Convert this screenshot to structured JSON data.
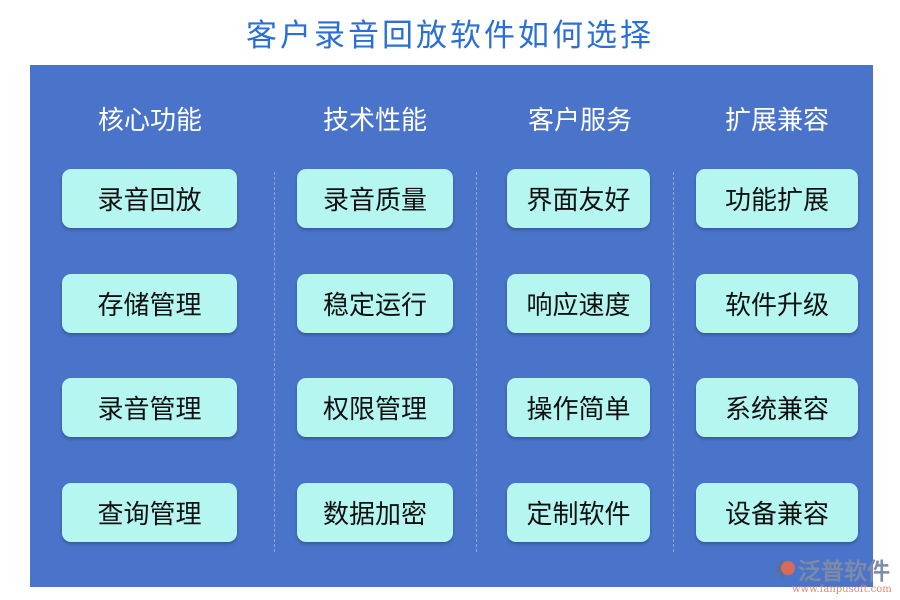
{
  "title": "客户录音回放软件如何选择",
  "columns": [
    {
      "heading": "核心功能",
      "items": [
        "录音回放",
        "存储管理",
        "录音管理",
        "查询管理"
      ]
    },
    {
      "heading": "技术性能",
      "items": [
        "录音质量",
        "稳定运行",
        "权限管理",
        "数据加密"
      ]
    },
    {
      "heading": "客户服务",
      "items": [
        "界面友好",
        "响应速度",
        "操作简单",
        "定制软件"
      ]
    },
    {
      "heading": "扩展兼容",
      "items": [
        "功能扩展",
        "软件升级",
        "系统兼容",
        "设备兼容"
      ]
    }
  ],
  "logo": {
    "name": "泛普软件",
    "url": "www.fanpusoft.com"
  },
  "colors": {
    "panel": "#4a74c9",
    "box": "#b5f6f1",
    "title": "#2a6fd8"
  }
}
